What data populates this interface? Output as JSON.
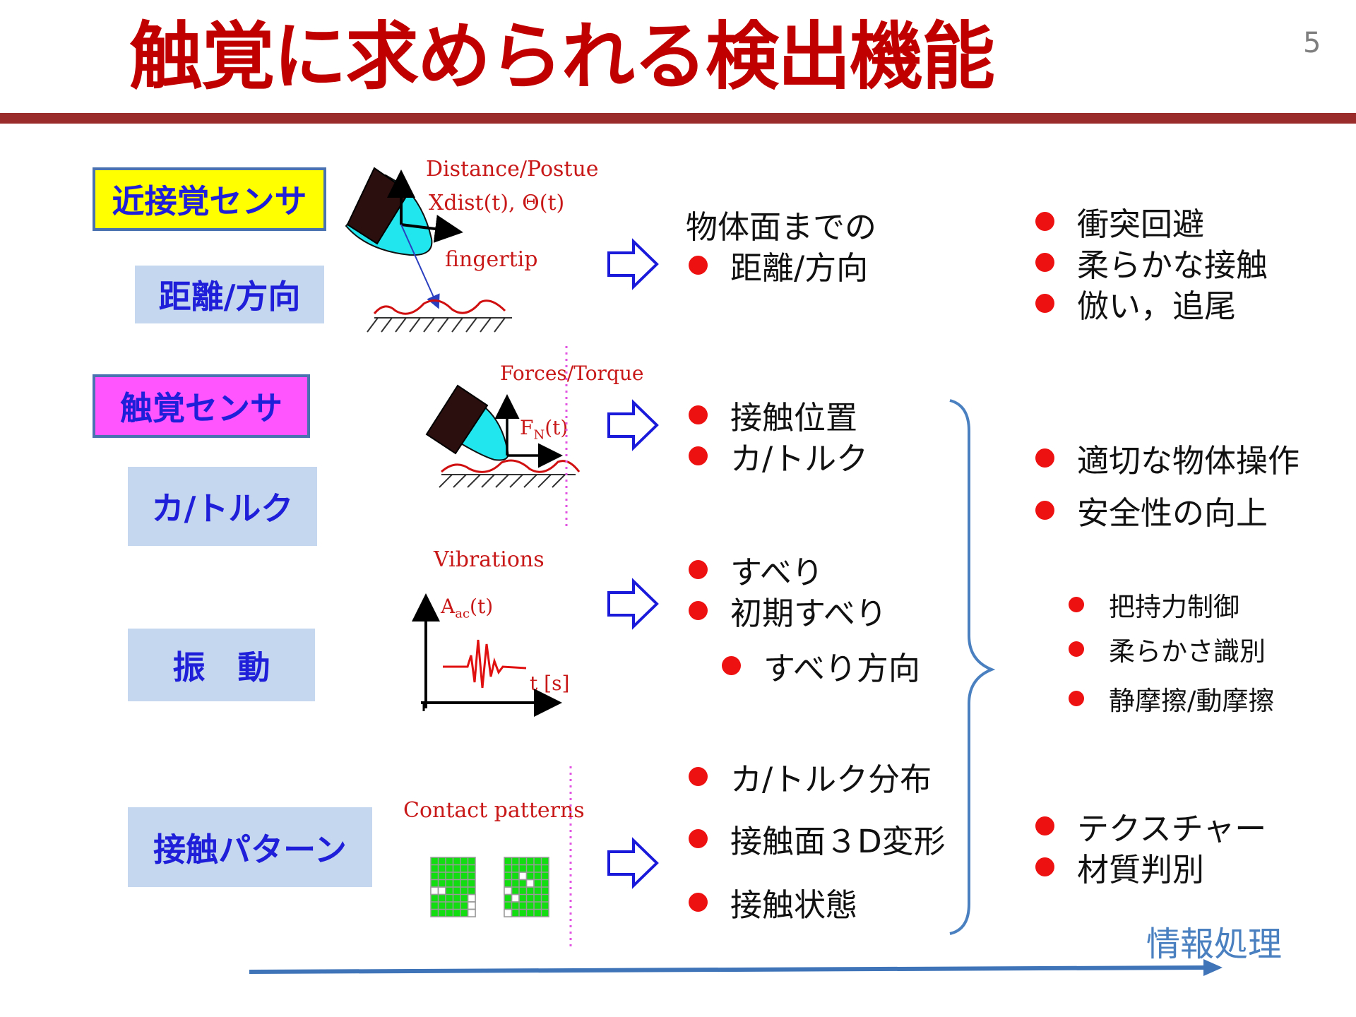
{
  "slide": {
    "title": "触覚に求められる検出機能",
    "page_number": "5"
  },
  "sensor_types": {
    "proximity": "近接覚センサ",
    "tactile": "触覚センサ"
  },
  "categories": {
    "distance": "距離/方向",
    "force": "カ/トルク",
    "vibration": "振　動",
    "contact": "接触パターン"
  },
  "figures": {
    "proximity": {
      "caption_1": "Distance/Postue",
      "caption_2": "Xdist(t), Θ(t)",
      "caption_3": "fingertip"
    },
    "force": {
      "caption": "Forces/Torque",
      "label_main": "F",
      "label_sub": "N",
      "label_tail": "(t)"
    },
    "vibration": {
      "caption": "Vibrations",
      "label_main": "A",
      "label_sub": "ac",
      "label_tail": "(t)",
      "axis": "t [s]"
    },
    "contact": {
      "caption": "Contact patterns"
    }
  },
  "detection": {
    "intro": "物体面までの",
    "distance": [
      "距離/方向"
    ],
    "force": [
      "接触位置",
      "カ/トルク"
    ],
    "vibration": [
      "すべり",
      "初期すべり",
      "すべり方向"
    ],
    "contact": [
      "カ/トルク分布",
      "接触面３D変形",
      "接触状態"
    ]
  },
  "applications": {
    "proximity": [
      "衝突回避",
      "柔らかな接触",
      "倣い，追尾"
    ],
    "tactile_main": [
      "適切な物体操作",
      "安全性の向上"
    ],
    "tactile_sub": [
      "把持力制御",
      "柔らかさ識別",
      "静摩擦/動摩擦"
    ],
    "texture": [
      "テクスチャー",
      "材質判別"
    ]
  },
  "info_processing": "情報処理",
  "colors": {
    "title": "#c00000",
    "rule": "#9b2c2c",
    "category_text": "#1f1fd9",
    "bullet": "#ee1111",
    "accent_line": "#4a80c0",
    "arrow": "#1a1adb"
  }
}
